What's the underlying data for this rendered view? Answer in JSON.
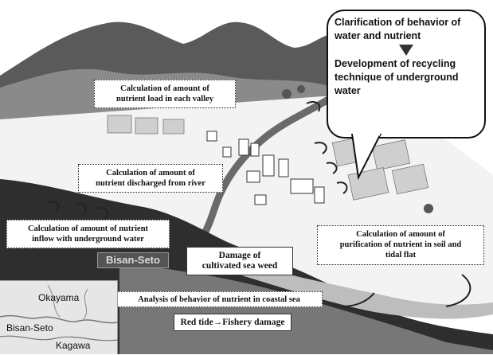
{
  "bubble": {
    "line1": "Clarification of behavior of water and nutrient",
    "line2": "Development of recycling technique of underground water"
  },
  "labels": {
    "valley_line1": "Calculation of amount of",
    "valley_line2": "nutrient load in each valley",
    "river_line1": "Calculation of amount of",
    "river_line2": "nutrient discharged from river",
    "underground_line1": "Calculation of amount of nutrient",
    "underground_line2": "inflow with underground water",
    "purification_line1": "Calculation of amount of",
    "purification_line2": "purification of nutrient in soil and",
    "purification_line3": "tidal flat",
    "damage_line1": "Damage of",
    "damage_line2": "cultivated sea weed",
    "coastal": "Analysis of behavior of nutrient in coastal sea",
    "redtide": "Red tide→Fishery damage"
  },
  "region": {
    "bisan_seto": "Bisan-Seto"
  },
  "inset_map": {
    "okayama": "Okayama",
    "bisan_seto": "Bisan-Seto",
    "kagawa": "Kagawa"
  },
  "colors": {
    "mountain": "#4a4a4a",
    "sea": "#2e2e2e",
    "land": "#dcdcdc",
    "bubble_border": "#111111"
  }
}
